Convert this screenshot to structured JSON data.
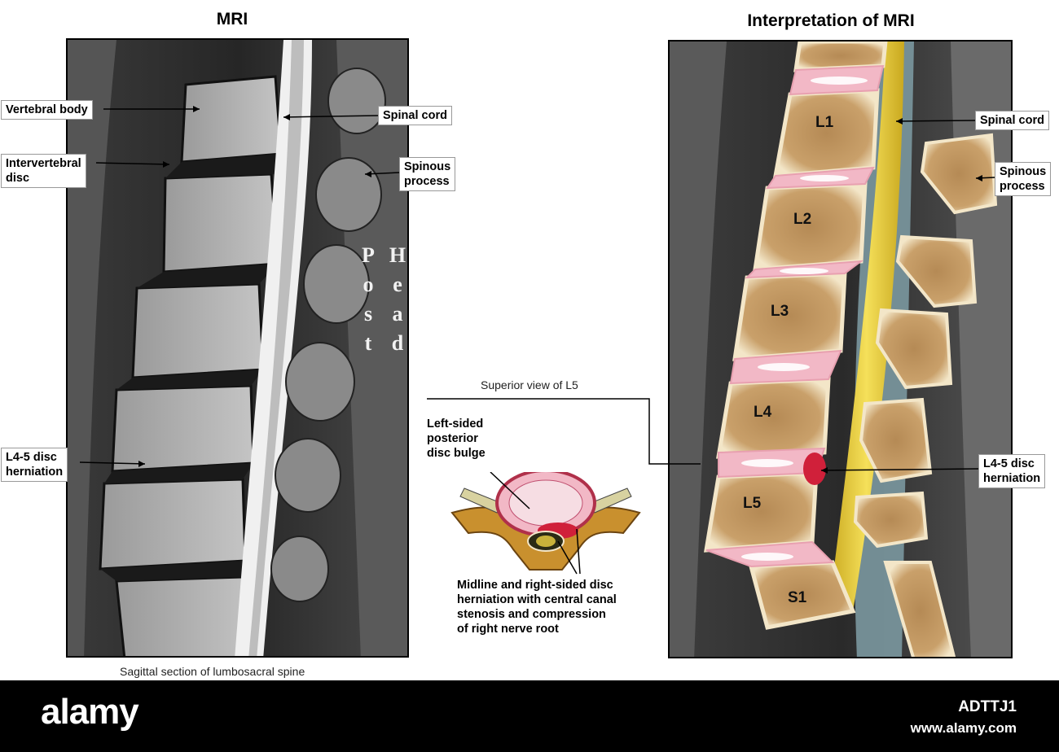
{
  "titles": {
    "left": "MRI",
    "right": "Interpretation of MRI"
  },
  "mri_labels": {
    "vertebral_body": "Vertebral body",
    "intervertebral_disc": "Intervertebral\ndisc",
    "spinal_cord": "Spinal cord",
    "spinous_process": "Spinous\nprocess",
    "herniation": "L4-5 disc\nherniation",
    "post_letters": "P\no\ns\nt",
    "head_letters": "H\ne\na\nd"
  },
  "interp_labels": {
    "spinal_cord": "Spinal cord",
    "spinous_process": "Spinous\nprocess",
    "herniation": "L4-5 disc\nherniation",
    "vertebrae": [
      "L1",
      "L2",
      "L3",
      "L4",
      "L5",
      "S1"
    ]
  },
  "captions": {
    "sagittal": "Sagittal section of lumbosacral spine",
    "superior": "Superior view of L5"
  },
  "annotations": {
    "left_sided": "Left-sided\nposterior\ndisc bulge",
    "midline": "Midline and right-sided disc\nherniation with central canal\nstenosis and compression\nof right nerve root"
  },
  "footer": {
    "brand": "alamy",
    "code": "ADTTJ1",
    "url": "www.alamy.com"
  },
  "colors": {
    "bone": "#f3e6c8",
    "disc": "#f2b8c6",
    "cord": "#e8cf3a",
    "herniation": "#d0203a"
  }
}
